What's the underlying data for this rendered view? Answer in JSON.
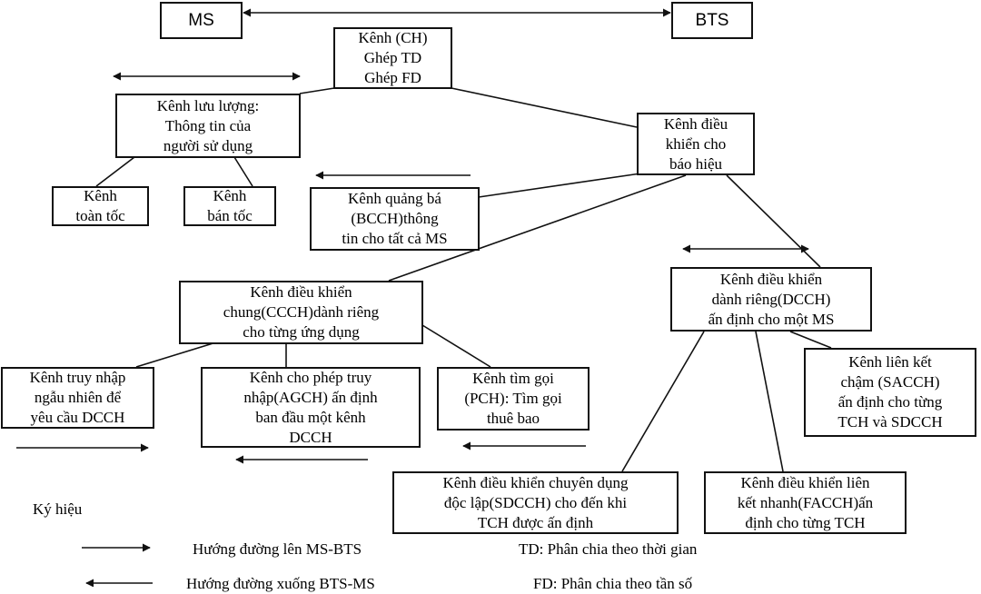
{
  "boxes": {
    "ms": "MS",
    "bts": "BTS",
    "channels": "Kênh (CH)\nGhép TD\nGhép FD",
    "traffic": "Kênh lưu lượng:\nThông tin của\nngười sử dụng",
    "control_signal": "Kênh điều\nkhiển cho\nbáo hiệu",
    "full_rate": "Kênh\ntoàn tốc",
    "half_rate": "Kênh\nbán tốc",
    "bcch": "Kênh quảng bá\n(BCCH)thông\ntin cho tất cả MS",
    "ccch": "Kênh điều khiển\nchung(CCCH)dành riêng\ncho từng ứng dụng",
    "dcch": "Kênh điều khiển\ndành riêng(DCCH)\nấn định cho một MS",
    "rach": "Kênh truy nhập\nngẫu nhiên để\nyêu cầu DCCH",
    "agch": "Kênh cho phép truy\nnhập(AGCH) ấn định\nban đầu một kênh\nDCCH",
    "pch": "Kênh tìm gọi\n(PCH): Tìm gọi\nthuê bao",
    "sacch": "Kênh liên kết\nchậm (SACCH)\nấn định cho từng\nTCH và SDCCH",
    "sdcch": "Kênh điều khiển chuyên dụng\nđộc lập(SDCCH) cho đến khi\nTCH được ấn định",
    "facch": "Kênh điều khiển liên\nkết nhanh(FACCH)ấn\nđịnh cho từng TCH"
  },
  "legend": {
    "title": "Ký hiệu",
    "uplink": "Hướng đường lên MS-BTS",
    "downlink": "Hướng đường xuống BTS-MS",
    "td": "TD: Phân chia theo thời gian",
    "fd": "FD: Phân chia theo tần số"
  }
}
